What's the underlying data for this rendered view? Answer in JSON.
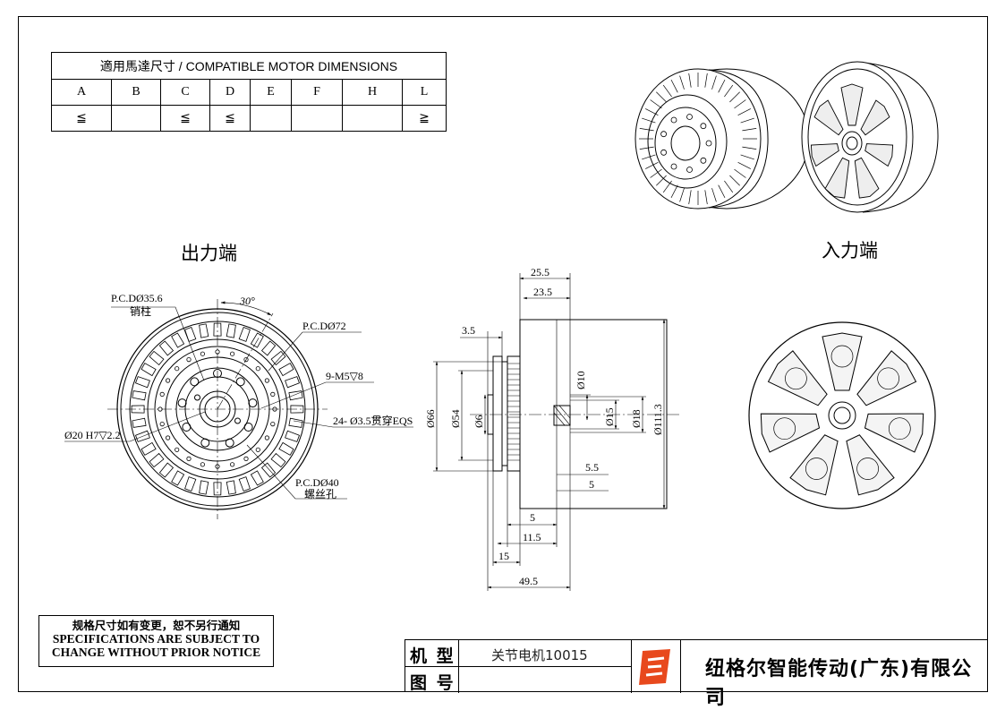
{
  "dimension_table": {
    "title": "適用馬達尺寸 / COMPATIBLE MOTOR DIMENSIONS",
    "columns": [
      "A",
      "B",
      "C",
      "D",
      "E",
      "F",
      "H",
      "L"
    ],
    "values": [
      "≦",
      "",
      "≦",
      "≦",
      "",
      "",
      "",
      "≧"
    ]
  },
  "views": {
    "output_end": "出力端",
    "input_end": "入力端"
  },
  "front_annotations": {
    "pcd_pin": "P.C.DØ35.6",
    "pin": "销柱",
    "angle": "30°",
    "pcd_72": "P.C.DØ72",
    "m5": "9-M5▽8",
    "through": "24- Ø3.5贯穿EQS",
    "bore": "Ø20 H7▽2.2",
    "pcd_40": "P.C.DØ40",
    "screw_hole": "螺丝孔"
  },
  "side_dimensions": {
    "top_25_5": "25.5",
    "top_23_5": "23.5",
    "left_3_5": "3.5",
    "d66": "Ø66",
    "d54": "Ø54",
    "d6": "Ø6",
    "d10": "Ø10",
    "d15": "Ø15",
    "d18": "Ø18",
    "d111_3": "Ø111.3",
    "r5_5": "5.5",
    "r5": "5",
    "b5": "5",
    "b11_5": "11.5",
    "b15": "15",
    "b49_5": "49.5"
  },
  "notice": {
    "cn": "规格尺寸如有变更，恕不另行通知",
    "en_line1": "SPECIFICATIONS ARE SUBJECT TO",
    "en_line2": "CHANGE WITHOUT PRIOR NOTICE"
  },
  "title_block": {
    "model_label": "机 型",
    "model_value": "关节电机10015",
    "drawing_label": "图 号",
    "drawing_value": "",
    "company": "纽格尔智能传动(广东)有限公司"
  },
  "colors": {
    "logo": "#e8491d",
    "line": "#000000"
  }
}
